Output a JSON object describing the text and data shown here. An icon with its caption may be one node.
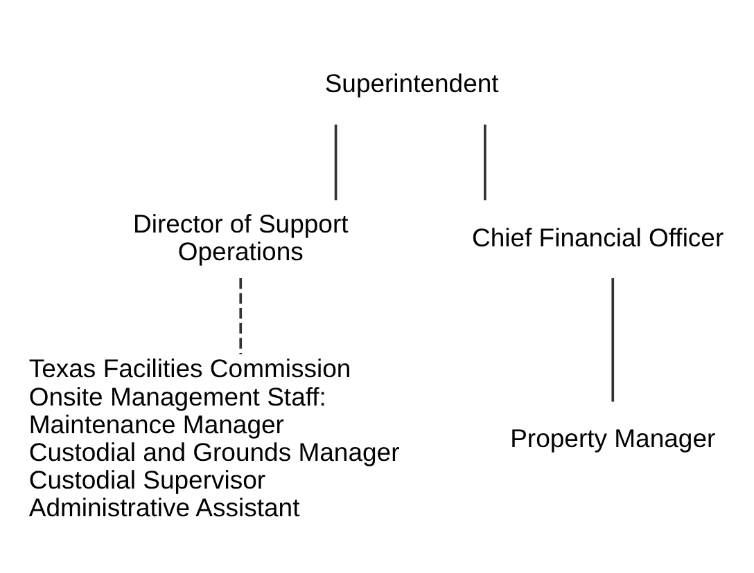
{
  "diagram": {
    "nodes": [
      {
        "text": [
          "Superintendent"
        ]
      },
      {
        "text": [
          "Director of Support Operations"
        ]
      },
      {
        "text": [
          "Chief Financial Officer"
        ]
      },
      {
        "text": [
          "Property Manager"
        ]
      },
      {
        "text": [
          "Texas Facilities Commission Onsite Management Staff:",
          "Maintenance Manager",
          "Custodial and Grounds Manager",
          "Custodial Supervisor",
          "Administrative Assistant"
        ]
      }
    ],
    "edges": [
      {
        "from": 0,
        "to": 1,
        "arrow": "none"
      },
      {
        "from": 0,
        "to": 2,
        "arrow": "none"
      },
      {
        "from": 2,
        "to": 3,
        "arrow": "none"
      },
      {
        "from": 1,
        "to": 4,
        "arrow": "none",
        "style": "dashed"
      }
    ]
  }
}
